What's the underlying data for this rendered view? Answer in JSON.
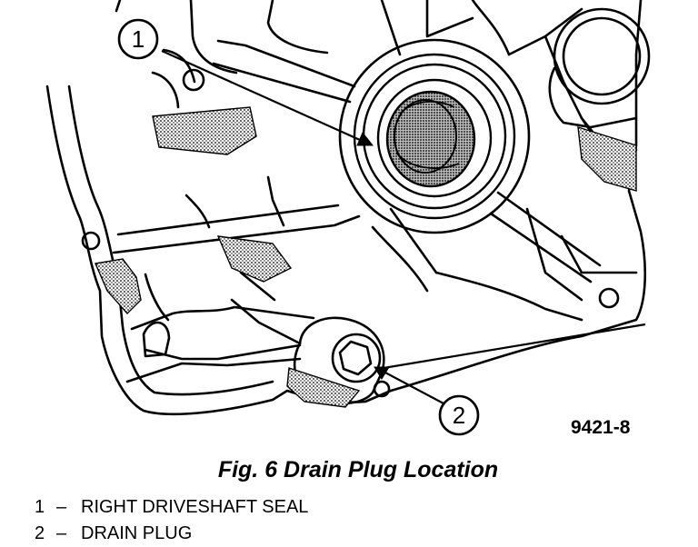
{
  "figure": {
    "code": "9421-8",
    "caption": "Fig. 6 Drain Plug Location",
    "callouts": [
      {
        "number": "1",
        "label": "RIGHT DRIVESHAFT SEAL"
      },
      {
        "number": "2",
        "label": "DRAIN PLUG"
      }
    ],
    "separator": "–"
  }
}
